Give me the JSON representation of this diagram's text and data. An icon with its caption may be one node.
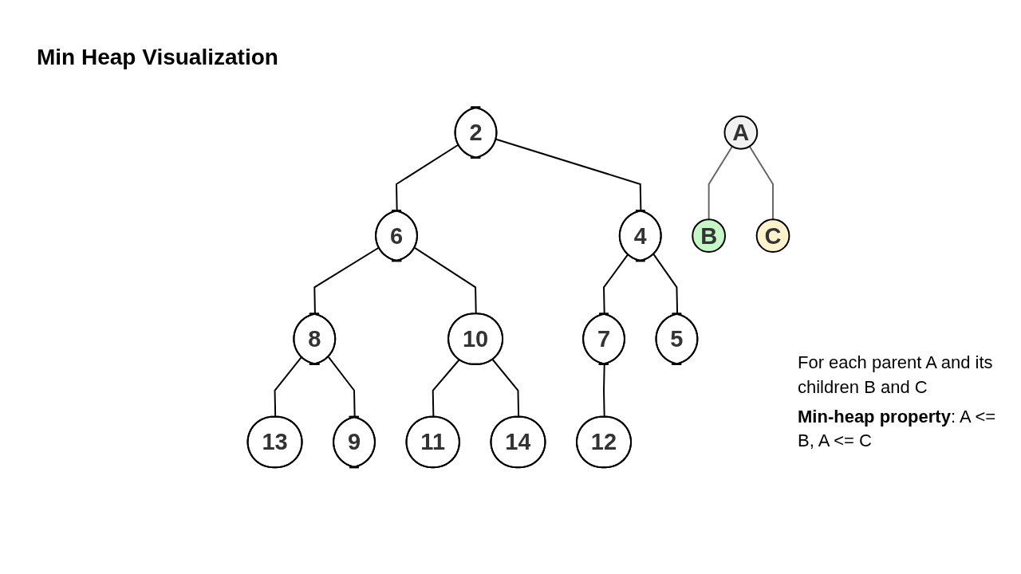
{
  "diagram": {
    "title": "Min Heap Visualization",
    "nodes": [
      {
        "text": [
          "2"
        ]
      },
      {
        "text": [
          "6"
        ]
      },
      {
        "text": [
          "4"
        ]
      },
      {
        "text": [
          "8"
        ]
      },
      {
        "text": [
          "10"
        ]
      },
      {
        "text": [
          "7"
        ]
      },
      {
        "text": [
          "5"
        ]
      },
      {
        "text": [
          "13"
        ]
      },
      {
        "text": [
          "9"
        ]
      },
      {
        "text": [
          "11"
        ]
      },
      {
        "text": [
          "14"
        ]
      },
      {
        "text": [
          "12"
        ]
      },
      {
        "text": [
          "A"
        ]
      },
      {
        "text": [
          "B"
        ]
      },
      {
        "text": [
          "C"
        ]
      }
    ],
    "edges": [
      {
        "from": 0,
        "to": 1,
        "arrow": "none"
      },
      {
        "from": 0,
        "to": 2,
        "arrow": "none"
      },
      {
        "from": 1,
        "to": 3,
        "arrow": "none"
      },
      {
        "from": 1,
        "to": 4,
        "arrow": "none"
      },
      {
        "from": 2,
        "to": 5,
        "arrow": "none"
      },
      {
        "from": 2,
        "to": 6,
        "arrow": "none"
      },
      {
        "from": 3,
        "to": 7,
        "arrow": "none"
      },
      {
        "from": 3,
        "to": 8,
        "arrow": "none"
      },
      {
        "from": 4,
        "to": 9,
        "arrow": "none"
      },
      {
        "from": 4,
        "to": 10,
        "arrow": "none"
      },
      {
        "from": 5,
        "to": 11,
        "arrow": "none"
      },
      {
        "from": 12,
        "to": 13,
        "arrow": "none",
        "color": "#666666"
      },
      {
        "from": 12,
        "to": 14,
        "arrow": "none",
        "color": "#666666"
      }
    ],
    "labels": [
      "For each parent A and its children B and C",
      "**Min-heap property**: A <= B, A <= C"
    ]
  }
}
